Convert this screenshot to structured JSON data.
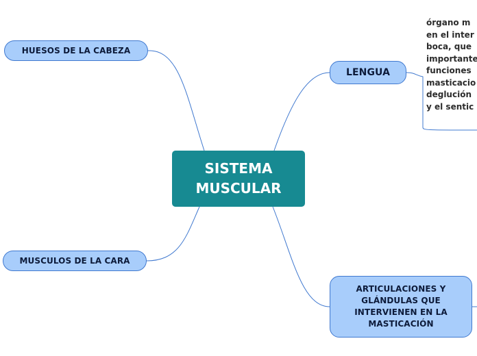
{
  "diagram": {
    "central": {
      "line1": "SISTEMA",
      "line2": "MUSCULAR"
    },
    "nodes": {
      "huesos": "HUESOS DE LA CABEZA",
      "musculos": "MUSCULOS DE LA CARA",
      "lengua": "LENGUA",
      "articulaciones": "ARTICULACIONES Y GLÁNDULAS QUE INTERVIENEN EN LA MASTICACIÓN"
    },
    "lengua_note": {
      "lines": [
        "órgano m",
        "en el inter",
        "boca, que",
        "importante",
        "funciones",
        "masticacio",
        "deglución",
        "y el sentic"
      ]
    },
    "colors": {
      "central_fill": "#178a92",
      "node_fill": "#a8cdfb",
      "node_border": "#3f78cf",
      "connector": "#3f78cf"
    }
  }
}
